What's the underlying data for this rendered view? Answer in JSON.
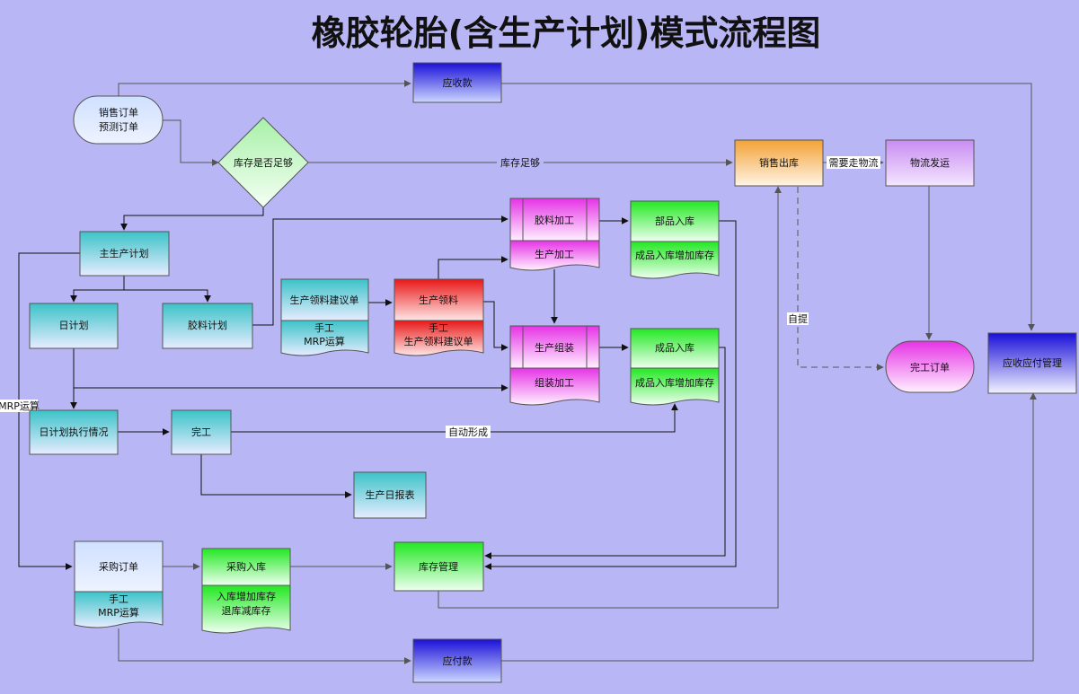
{
  "title": "橡胶轮胎(含生产计划)模式流程图",
  "nodes": {
    "receivable": "应收款",
    "sales_order": [
      "销售订单",
      "预测订单"
    ],
    "stock_check": "库存是否足够",
    "sales_out": "销售出库",
    "logistics": "物流发运",
    "master_plan": "主生产计划",
    "daily_plan": "日计划",
    "rubber_plan": "胶料计划",
    "material_suggest": "生产领料建议单",
    "material_suggest_sub": [
      "手工",
      "MRP运算"
    ],
    "material_pick": "生产领料",
    "material_pick_sub": [
      "手工",
      "生产领料建议单"
    ],
    "rubber_process": "胶料加工",
    "rubber_process_sub": "生产加工",
    "parts_in": "部品入库",
    "parts_in_sub": "成品入库增加库存",
    "assembly": "生产组装",
    "assembly_sub": "组装加工",
    "product_in": "成品入库",
    "product_in_sub": "成品入库增加库存",
    "finish_order": "完工订单",
    "ar_ap": "应收应付管理",
    "daily_exec": "日计划执行情况",
    "complete": "完工",
    "daily_report": "生产日报表",
    "purchase_order": "采购订单",
    "purchase_order_sub": [
      "手工",
      "MRP运算"
    ],
    "purchase_in": "采购入库",
    "purchase_in_sub": [
      "入库增加库存",
      "退库减库存"
    ],
    "inventory": "库存管理",
    "payable": "应付款"
  },
  "edges": {
    "stock_enough": "库存足够",
    "need_logistics": "需要走物流",
    "self_pick": "自提",
    "auto_form": "自动形成",
    "mrp": "MRP运算"
  },
  "colors": {
    "background": "#b9b6f5",
    "blue": "#1a10d8",
    "cyan": "#3cc3c8",
    "green": "#22e822",
    "magenta": "#e633e6",
    "red": "#e81818",
    "orange": "#f2a235",
    "purple": "#c88cf2"
  }
}
